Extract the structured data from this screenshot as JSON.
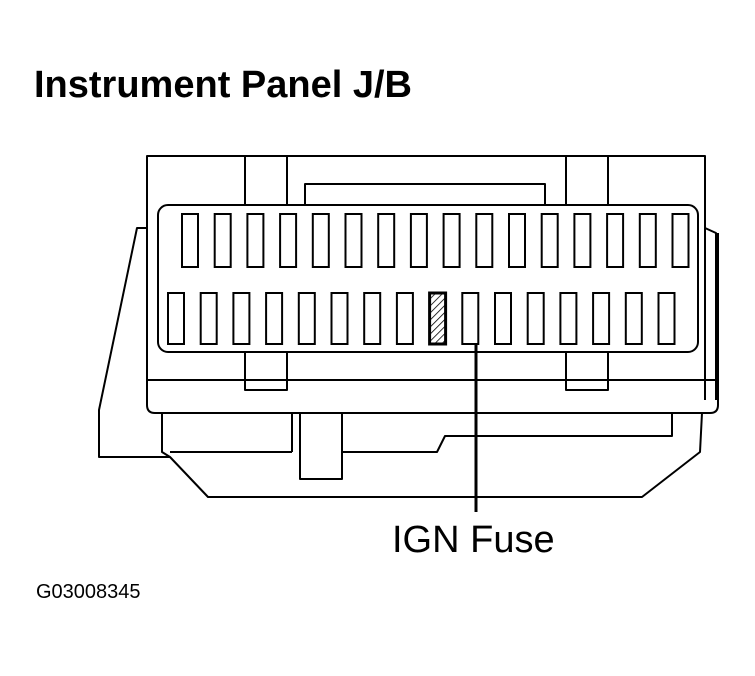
{
  "title": "Instrument Panel J/B",
  "callout_label": "IGN Fuse",
  "figure_code": "G03008345",
  "fuse_rows": {
    "upper_count": 16,
    "lower_count": 16,
    "highlighted_lower_index": 8
  },
  "colors": {
    "line": "#000000",
    "background": "#ffffff"
  }
}
